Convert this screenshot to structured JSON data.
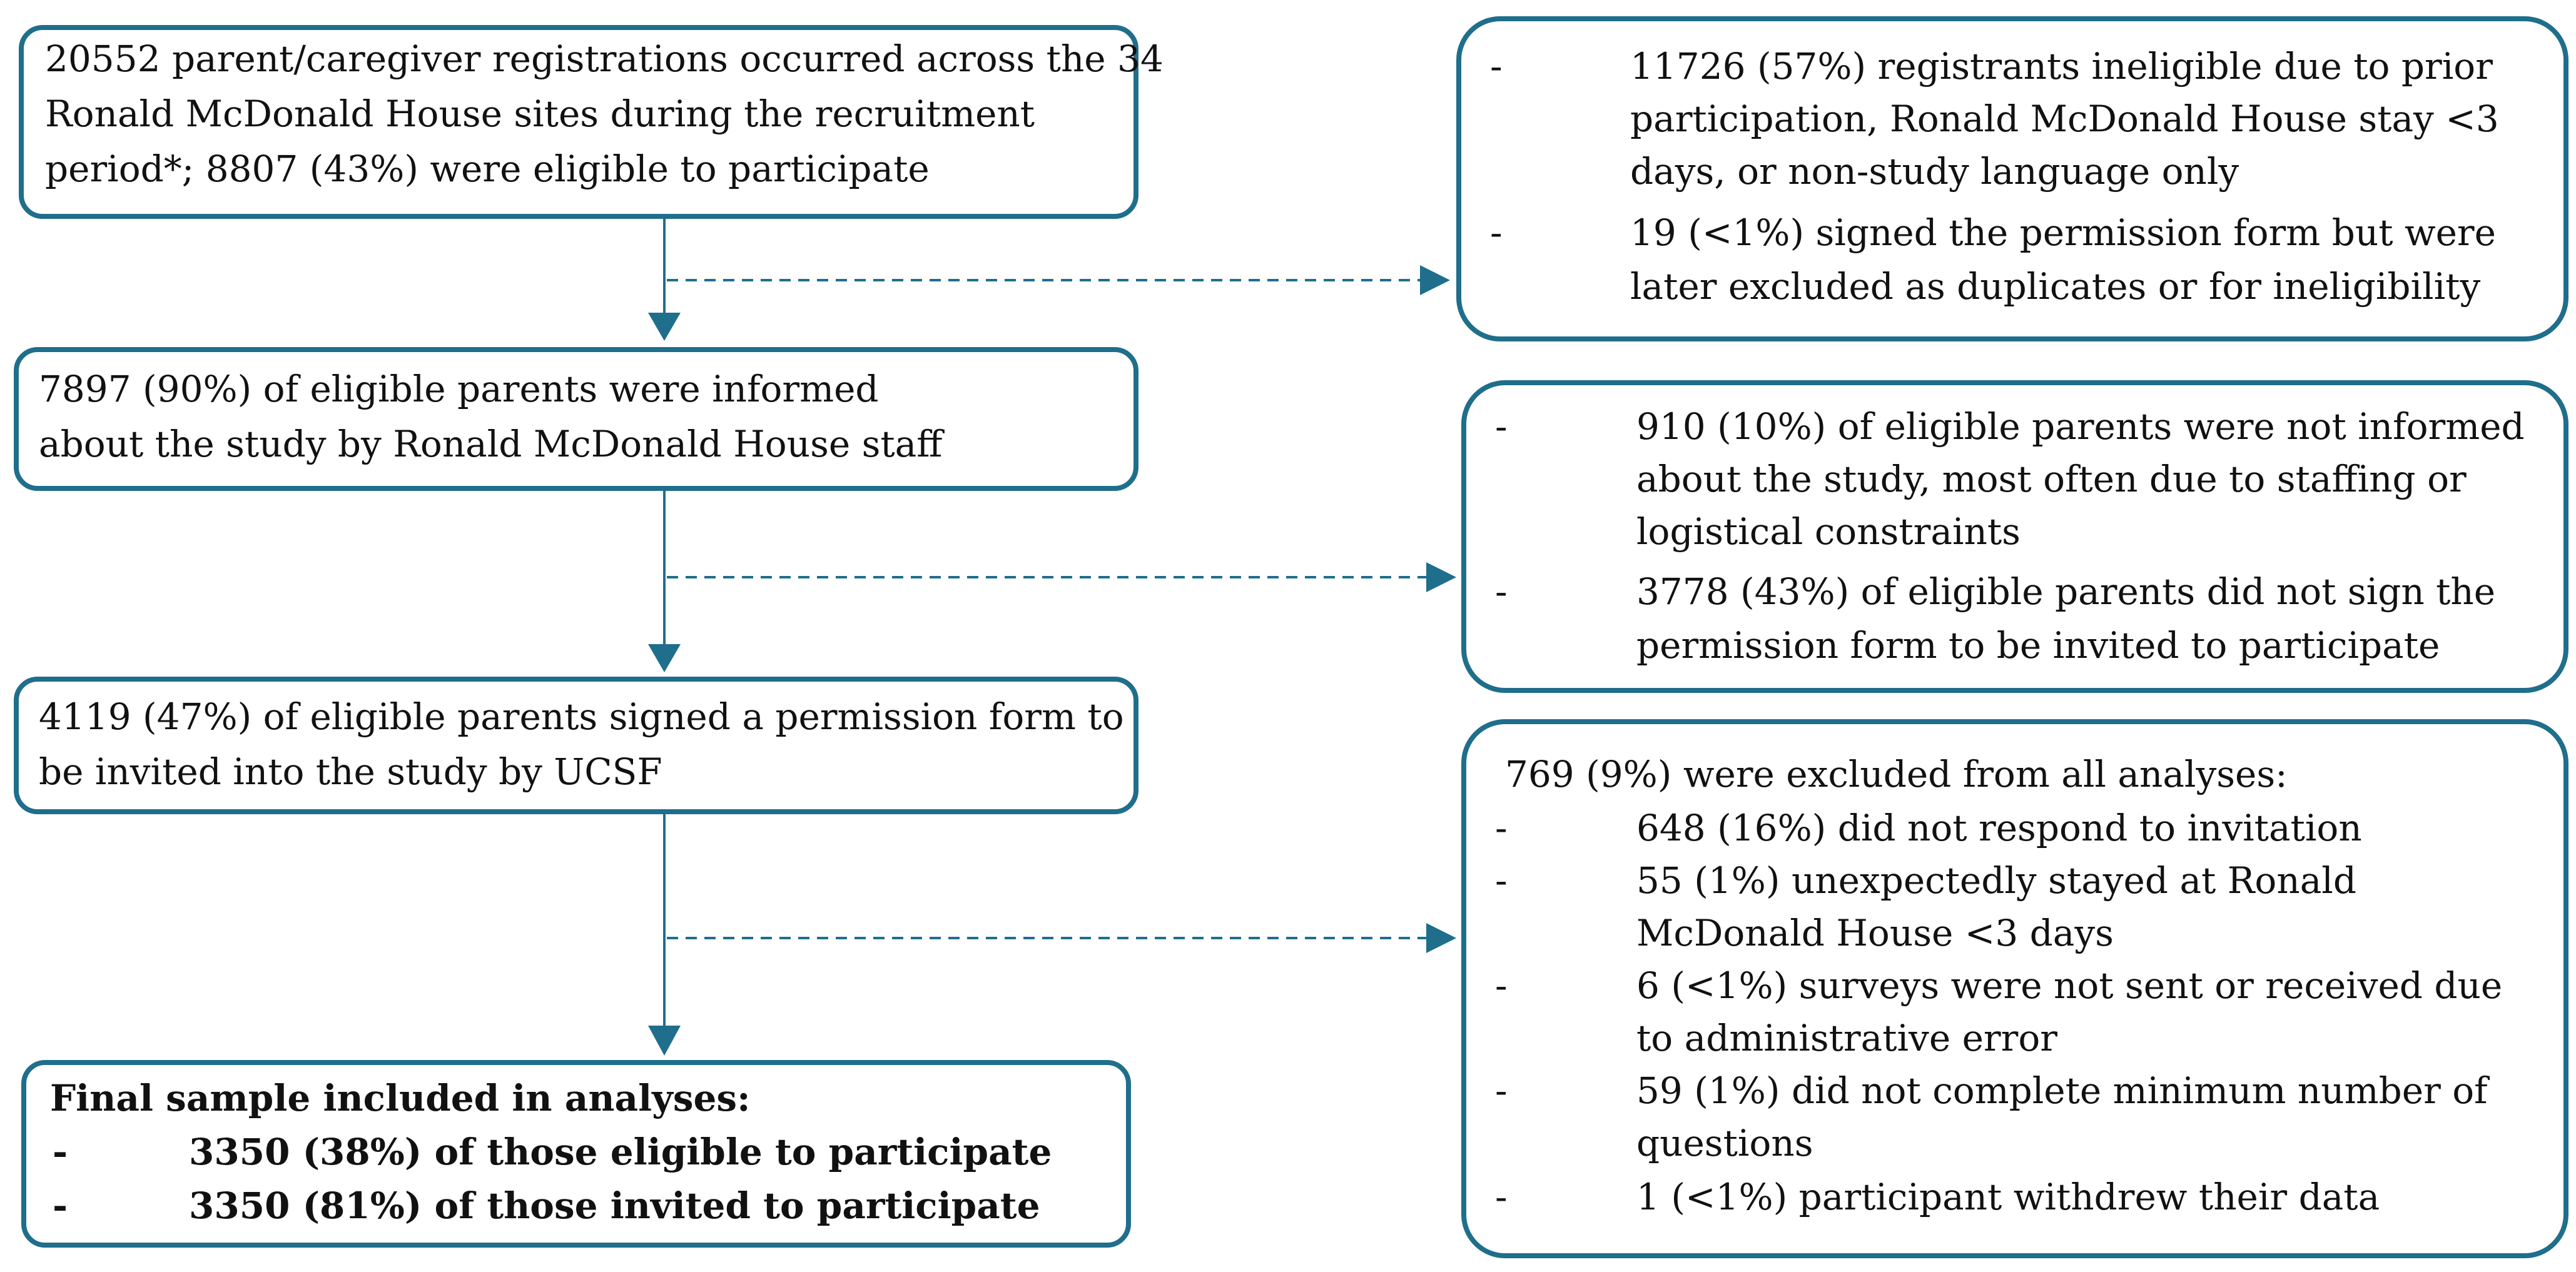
{
  "flow": {
    "box1": {
      "line1": "20552 parent/caregiver registrations occurred across the 34",
      "line2": "Ronald McDonald House sites during the recruitment",
      "line3": "period*; 8807 (43%) were eligible to participate"
    },
    "box2": {
      "line1": "7897 (90%) of eligible parents were informed",
      "line2": "about the study by Ronald McDonald House staff"
    },
    "box3": {
      "line1": "4119 (47%) of eligible parents signed a permission form to",
      "line2": "be invited into the study by UCSF"
    },
    "final": {
      "title": "Final sample included in analyses:",
      "items": [
        {
          "bullet": "-",
          "text": "3350 (38%) of those eligible to participate"
        },
        {
          "bullet": "-",
          "text": "3350 (81%) of those invited to participate"
        }
      ]
    }
  },
  "exclusions": {
    "ex1": {
      "items": [
        {
          "bullet": "-",
          "lines": [
            "11726 (57%) registrants ineligible due to prior",
            "participation, Ronald McDonald House stay <3",
            "days, or non-study language only"
          ]
        },
        {
          "bullet": "-",
          "lines": [
            "19 (<1%) signed the permission form but were",
            "later excluded as duplicates or for ineligibility"
          ]
        }
      ]
    },
    "ex2": {
      "items": [
        {
          "bullet": "-",
          "lines": [
            "910 (10%) of eligible parents were not informed",
            "about the study, most often due to staffing or",
            "logistical constraints"
          ]
        },
        {
          "bullet": "-",
          "lines": [
            "3778 (43%) of eligible parents did not sign the",
            "permission form to be invited to participate"
          ]
        }
      ]
    },
    "ex3": {
      "header": "769 (9%) were excluded from all analyses:",
      "items": [
        {
          "bullet": "-",
          "lines": [
            "648 (16%) did not respond to invitation"
          ]
        },
        {
          "bullet": "-",
          "lines": [
            "55 (1%) unexpectedly stayed at Ronald",
            "McDonald House <3 days"
          ]
        },
        {
          "bullet": "-",
          "lines": [
            "6 (<1%) surveys were not sent or received due",
            "to administrative error"
          ]
        },
        {
          "bullet": "-",
          "lines": [
            "59 (1%) did not complete minimum number of",
            "questions"
          ]
        },
        {
          "bullet": "-",
          "lines": [
            "1 (<1%) participant withdrew their data"
          ]
        }
      ]
    }
  },
  "colors": {
    "box_border": "#1f6e8c",
    "arrow": "#1f6e8c",
    "text": "#111111"
  }
}
